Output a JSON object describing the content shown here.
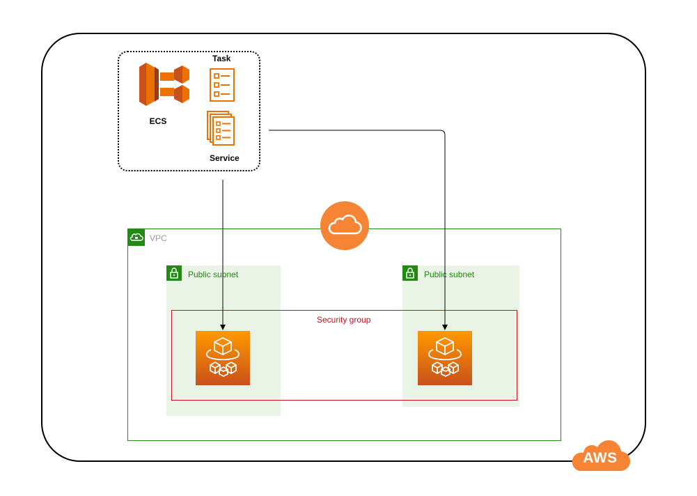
{
  "ecs_group": {
    "ecs_label": "ECS",
    "task_label": "Task",
    "service_label": "Service"
  },
  "vpc": {
    "label": "VPC",
    "subnets": [
      {
        "label": "Public subnet"
      },
      {
        "label": "Public subnet"
      }
    ]
  },
  "security_group": {
    "label": "Security group"
  },
  "aws_logo": {
    "text": "AWS"
  },
  "colors": {
    "ecs_orange": "#ed7100",
    "vpc_green": "#248814",
    "subnet_fill": "#e9f3e6",
    "security_group_red": "#c7131f",
    "cloud_orange": "#f58534",
    "fargate_gradient_top": "#ff9900",
    "fargate_gradient_bottom": "#c8511b"
  },
  "icons": {
    "ecs": "ecs-icon",
    "task": "task-definition-icon",
    "service": "service-icon",
    "vpc": "vpc-cloud-lock-icon",
    "subnet": "lock-icon",
    "compute": "fargate-icon",
    "gateway": "cloud-icon",
    "provider": "aws-logo"
  }
}
